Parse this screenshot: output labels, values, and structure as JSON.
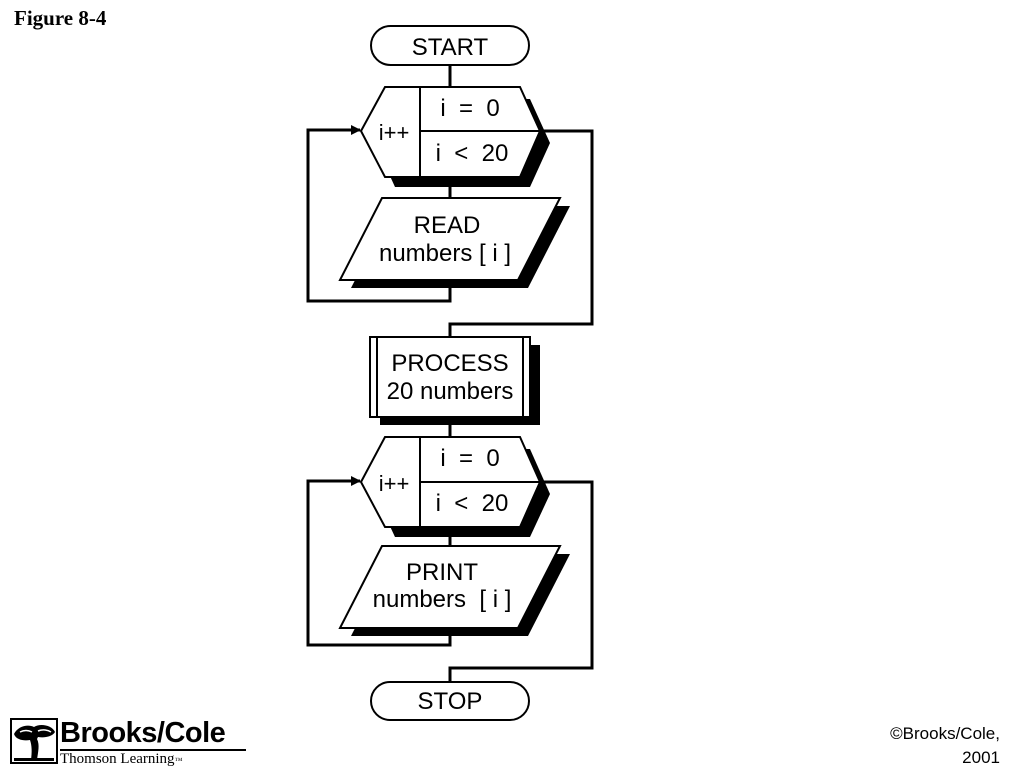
{
  "figure_label": "Figure 8-4",
  "flowchart": {
    "start_label": "START",
    "loop1": {
      "increment": "i++",
      "init": "i  =  0",
      "condition": "i  <  20"
    },
    "read": {
      "line1": "READ",
      "line2": "numbers [ i ]"
    },
    "process": {
      "line1": "PROCESS",
      "line2": "20 numbers"
    },
    "loop2": {
      "increment": "i++",
      "init": "i  =  0",
      "condition": "i  <  20"
    },
    "print": {
      "line1": "PRINT",
      "line2": "numbers  [ i ]"
    },
    "stop_label": "STOP"
  },
  "logo": {
    "name": "Brooks/Cole",
    "subtitle": "Thomson Learning",
    "mark": "™"
  },
  "copyright": {
    "line1": "©Brooks/Cole,",
    "line2": "2001"
  }
}
